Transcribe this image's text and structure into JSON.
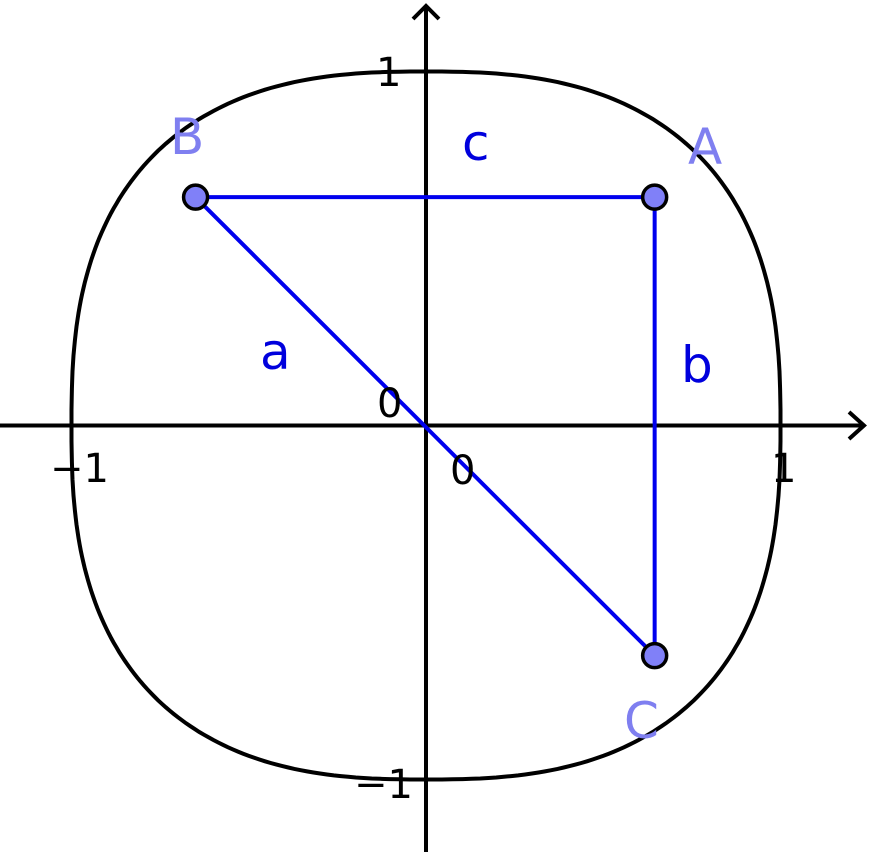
{
  "diagram": {
    "axes": {
      "x_ticks": {
        "neg": "−1",
        "pos": "1",
        "zero": "0"
      },
      "y_ticks": {
        "neg": "−1",
        "pos": "1",
        "zero": "0"
      }
    },
    "points": [
      {
        "id": "A",
        "label": "A",
        "x": 0.645,
        "y": 0.645
      },
      {
        "id": "B",
        "label": "B",
        "x": -0.65,
        "y": 0.645
      },
      {
        "id": "C",
        "label": "C",
        "x": 0.645,
        "y": -0.65
      }
    ],
    "segments": [
      {
        "id": "c",
        "label": "c",
        "from": "B",
        "to": "A"
      },
      {
        "id": "b",
        "label": "b",
        "from": "A",
        "to": "C"
      },
      {
        "id": "a",
        "label": "a",
        "from": "B",
        "to": "C"
      }
    ],
    "colors": {
      "curve": "#000000",
      "segments": "#0000ee",
      "side_labels": "#0000dd",
      "point_fill": "#8080f8",
      "point_label": "#7f7ff0",
      "axes": "#000000"
    }
  }
}
